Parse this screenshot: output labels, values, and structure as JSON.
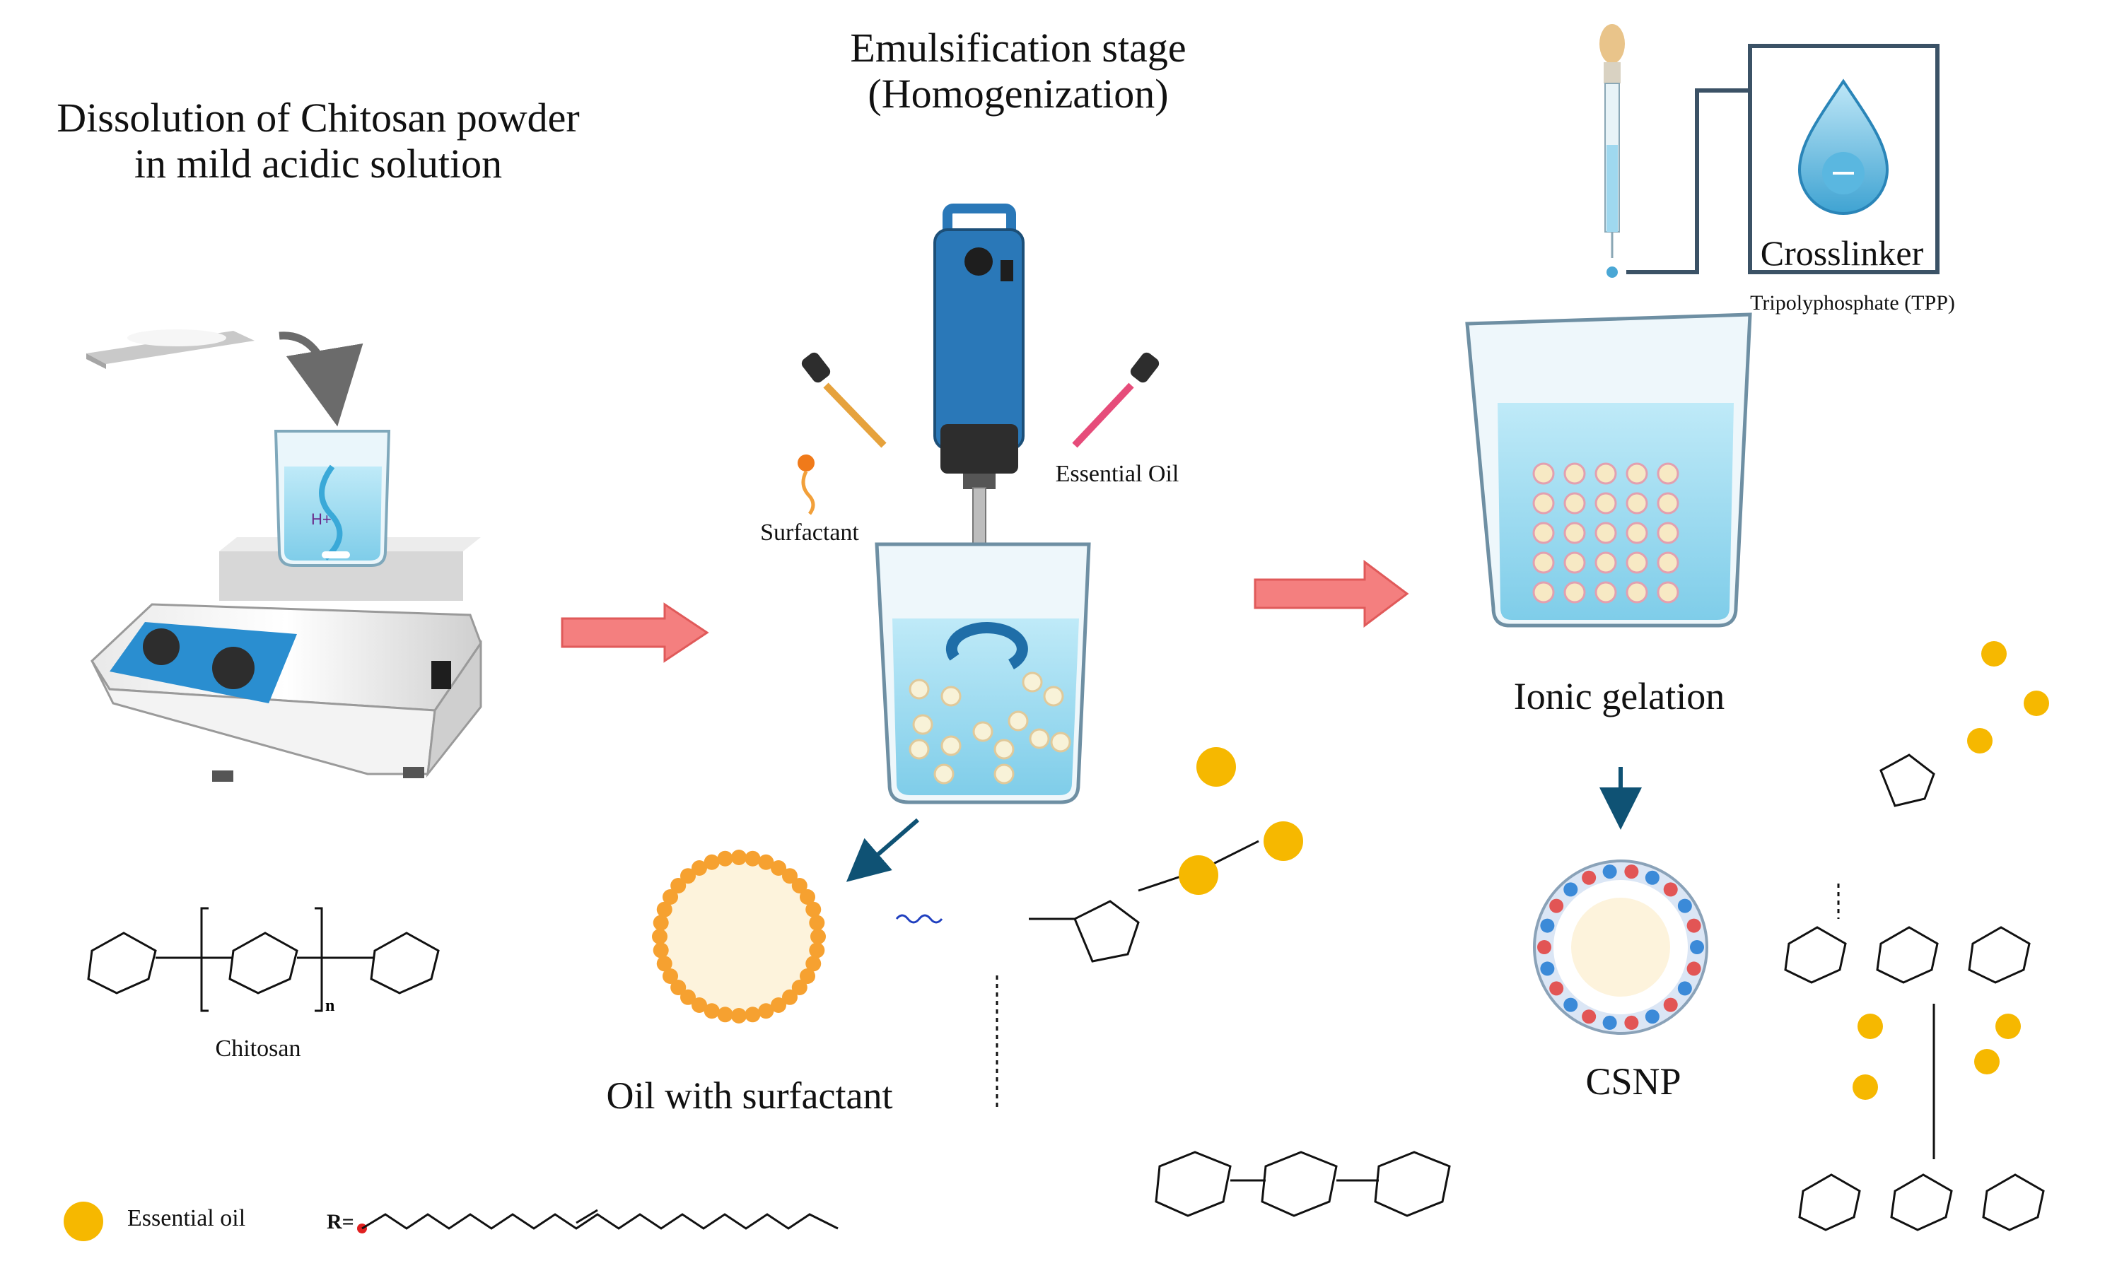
{
  "stages": {
    "dissolution": "Dissolution of Chitosan powder\nin mild acidic solution",
    "emulsification": "Emulsification stage\n(Homogenization)",
    "ionic_gelation": "Ionic gelation"
  },
  "labels": {
    "surfactant": "Surfactant",
    "essential_oil": "Essential Oil",
    "crosslinker": "Crosslinker",
    "tpp": "Tripolyphosphate (TPP)",
    "chitosan": "Chitosan",
    "oil_with_surfactant": "Oil with surfactant",
    "csnp": "CSNP",
    "h_plus": "H+"
  },
  "legend": {
    "essential_oil": "Essential oil",
    "r_group": "R="
  },
  "colors": {
    "arrow_fill": "#f47f7f",
    "arrow_stroke": "#e05a5a",
    "water": "#8fd6ef",
    "device_blue": "#2a78b8",
    "oil_droplet": "#f6b800",
    "surfactant_head": "#f29a2e",
    "navy_arrow": "#0f5274"
  }
}
